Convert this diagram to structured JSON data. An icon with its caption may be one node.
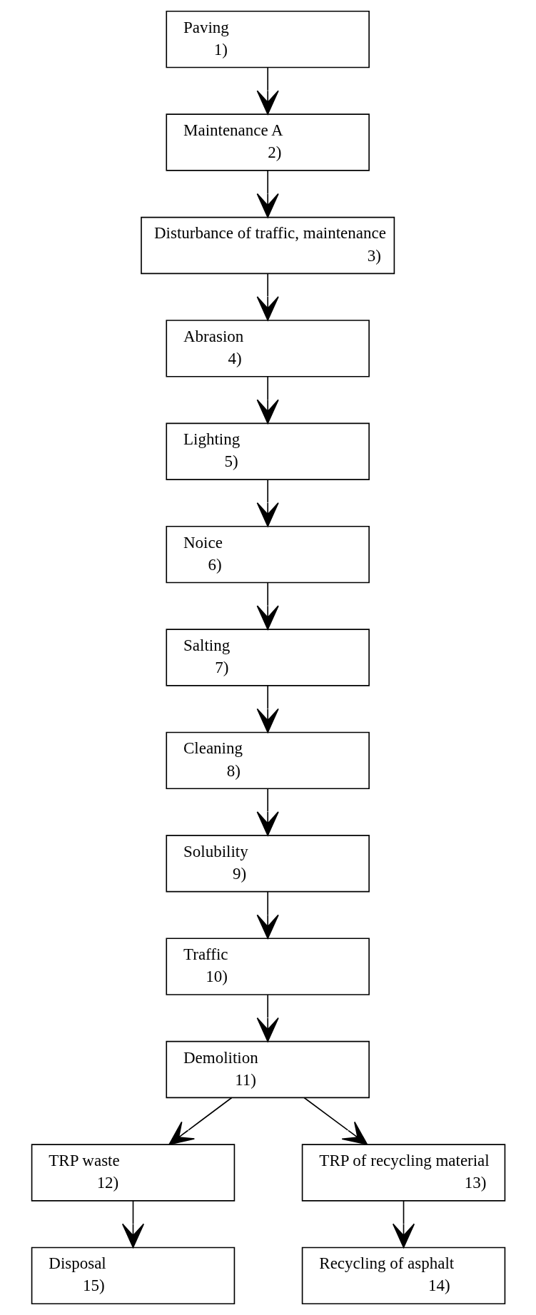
{
  "diagram": {
    "nodes": [
      {
        "text": [
          "Paving",
          "1)"
        ]
      },
      {
        "text": [
          "Maintenance A",
          "2)"
        ]
      },
      {
        "text": [
          "Disturbance of traffic, maintenance",
          "3)"
        ]
      },
      {
        "text": [
          "Abrasion",
          "4)"
        ]
      },
      {
        "text": [
          "Lighting",
          "5)"
        ]
      },
      {
        "text": [
          "Noice",
          "6)"
        ]
      },
      {
        "text": [
          "Salting",
          "7)"
        ]
      },
      {
        "text": [
          "Cleaning",
          "8)"
        ]
      },
      {
        "text": [
          "Solubility",
          "9)"
        ]
      },
      {
        "text": [
          "Traffic",
          "10)"
        ]
      },
      {
        "text": [
          "Demolition",
          "11)"
        ]
      },
      {
        "text": [
          "TRP waste",
          "12)"
        ]
      },
      {
        "text": [
          "TRP of recycling material",
          "13)"
        ]
      },
      {
        "text": [
          "Disposal",
          "15)"
        ]
      },
      {
        "text": [
          "Recycling of asphalt",
          "14)"
        ]
      }
    ],
    "edges": [
      {
        "from": 0,
        "to": 1,
        "arrow": "to"
      },
      {
        "from": 1,
        "to": 2,
        "arrow": "to"
      },
      {
        "from": 2,
        "to": 3,
        "arrow": "to"
      },
      {
        "from": 3,
        "to": 4,
        "arrow": "to"
      },
      {
        "from": 4,
        "to": 5,
        "arrow": "to"
      },
      {
        "from": 5,
        "to": 6,
        "arrow": "to"
      },
      {
        "from": 6,
        "to": 7,
        "arrow": "to"
      },
      {
        "from": 7,
        "to": 8,
        "arrow": "to"
      },
      {
        "from": 8,
        "to": 9,
        "arrow": "to"
      },
      {
        "from": 9,
        "to": 10,
        "arrow": "to"
      },
      {
        "from": 10,
        "to": 11,
        "arrow": "to"
      },
      {
        "from": 10,
        "to": 12,
        "arrow": "to"
      },
      {
        "from": 11,
        "to": 13,
        "arrow": "to"
      },
      {
        "from": 12,
        "to": 14,
        "arrow": "to"
      }
    ]
  }
}
